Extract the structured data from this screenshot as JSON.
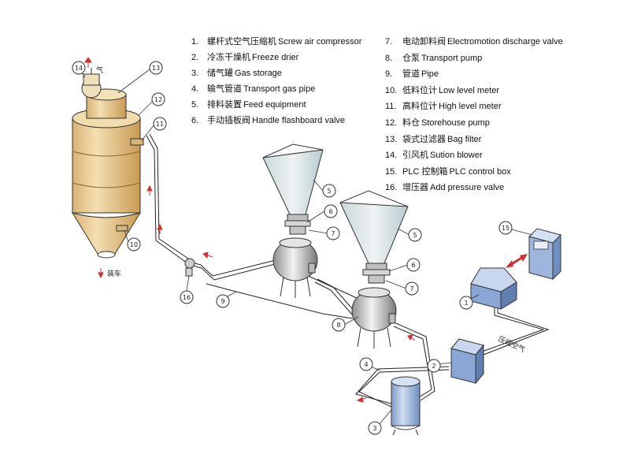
{
  "legend": [
    {
      "n": "1.",
      "cn": "螺杆式空气压缩机",
      "en": "Screw air compressor"
    },
    {
      "n": "2.",
      "cn": "冷冻干燥机",
      "en": "Freeze drier"
    },
    {
      "n": "3.",
      "cn": "储气罐",
      "en": "Gas storage"
    },
    {
      "n": "4.",
      "cn": "输气管道",
      "en": "Transport gas pipe"
    },
    {
      "n": "5.",
      "cn": "排料装置",
      "en": "Feed equipment"
    },
    {
      "n": "6.",
      "cn": "手动插板阀",
      "en": "Handle flashboard valve"
    },
    {
      "n": "7.",
      "cn": "电动卸料阀",
      "en": "Electromotion discharge valve"
    },
    {
      "n": "8.",
      "cn": "仓泵",
      "en": "Transport pump"
    },
    {
      "n": "9.",
      "cn": "管道",
      "en": "Pipe"
    },
    {
      "n": "10.",
      "cn": "低料位计",
      "en": "Low level meter"
    },
    {
      "n": "11.",
      "cn": "高料位计",
      "en": "High level meter"
    },
    {
      "n": "12.",
      "cn": "料仓",
      "en": "Storehouse pump"
    },
    {
      "n": "13.",
      "cn": "袋式过滤器",
      "en": "Bag filter"
    },
    {
      "n": "14.",
      "cn": "引风机",
      "en": "Sution blower"
    },
    {
      "n": "15.",
      "cn": "PLC 控制箱",
      "en": "PLC control box"
    },
    {
      "n": "16.",
      "cn": "增压器",
      "en": "Add pressure valve"
    }
  ],
  "callouts": {
    "c1": "1",
    "c2": "2",
    "c3": "3",
    "c4": "4",
    "c5a": "5",
    "c5b": "5",
    "c6a": "6",
    "c6b": "6",
    "c7a": "7",
    "c7b": "7",
    "c8": "8",
    "c9": "9",
    "c10": "10",
    "c11": "11",
    "c12": "12",
    "c13": "13",
    "c14": "14",
    "c15": "15",
    "c16": "16"
  },
  "notes": {
    "gas_out": "气",
    "loading": "装车",
    "compressed_air": "压缩空气"
  },
  "colors": {
    "silo": "#e7c890",
    "silo_dark": "#c99a55",
    "tank": "#a9bfe0",
    "tank_dark": "#6f8fbf",
    "hopper": "#dfe8ea",
    "arrow": "#cc3333"
  }
}
